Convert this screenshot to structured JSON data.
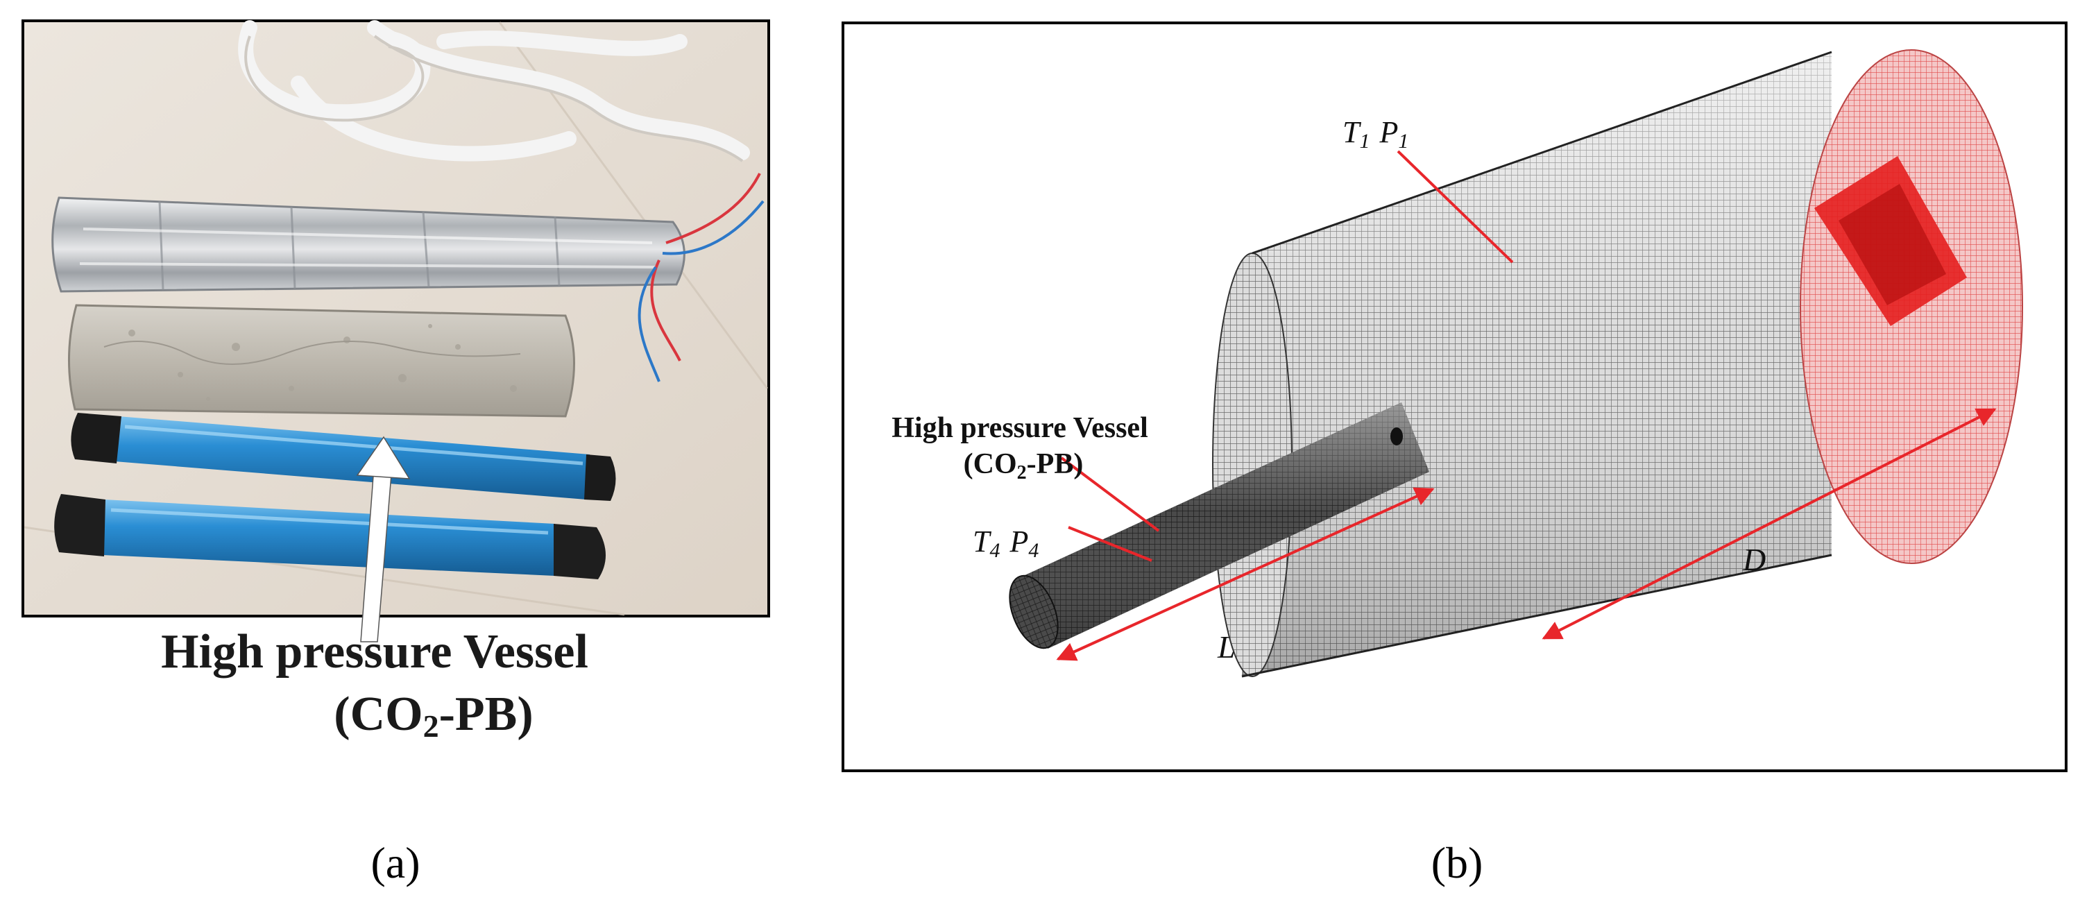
{
  "panel_a": {
    "label": "(a)",
    "caption_line1": "High pressure Vessel",
    "caption_line2_prefix": "(CO",
    "caption_line2_sub": "2",
    "caption_line2_suffix": "-PB)"
  },
  "panel_b": {
    "label": "(b)",
    "vessel_label_line1": "High pressure Vessel",
    "vessel_label_line2_prefix": "(CO",
    "vessel_label_line2_sub": "2",
    "vessel_label_line2_suffix": "-PB)",
    "t1": "T",
    "t1_sub": "1",
    "p1": "P",
    "p1_sub": "1",
    "t4": "T",
    "t4_sub": "4",
    "p4": "P",
    "p4_sub": "4",
    "dim_L": "L",
    "dim_D": "D"
  },
  "colors": {
    "red": "#e8262b",
    "pipe_blue": "#1f7fc4",
    "foil": "#c9ccd0",
    "concrete": "#bfbbb2"
  }
}
